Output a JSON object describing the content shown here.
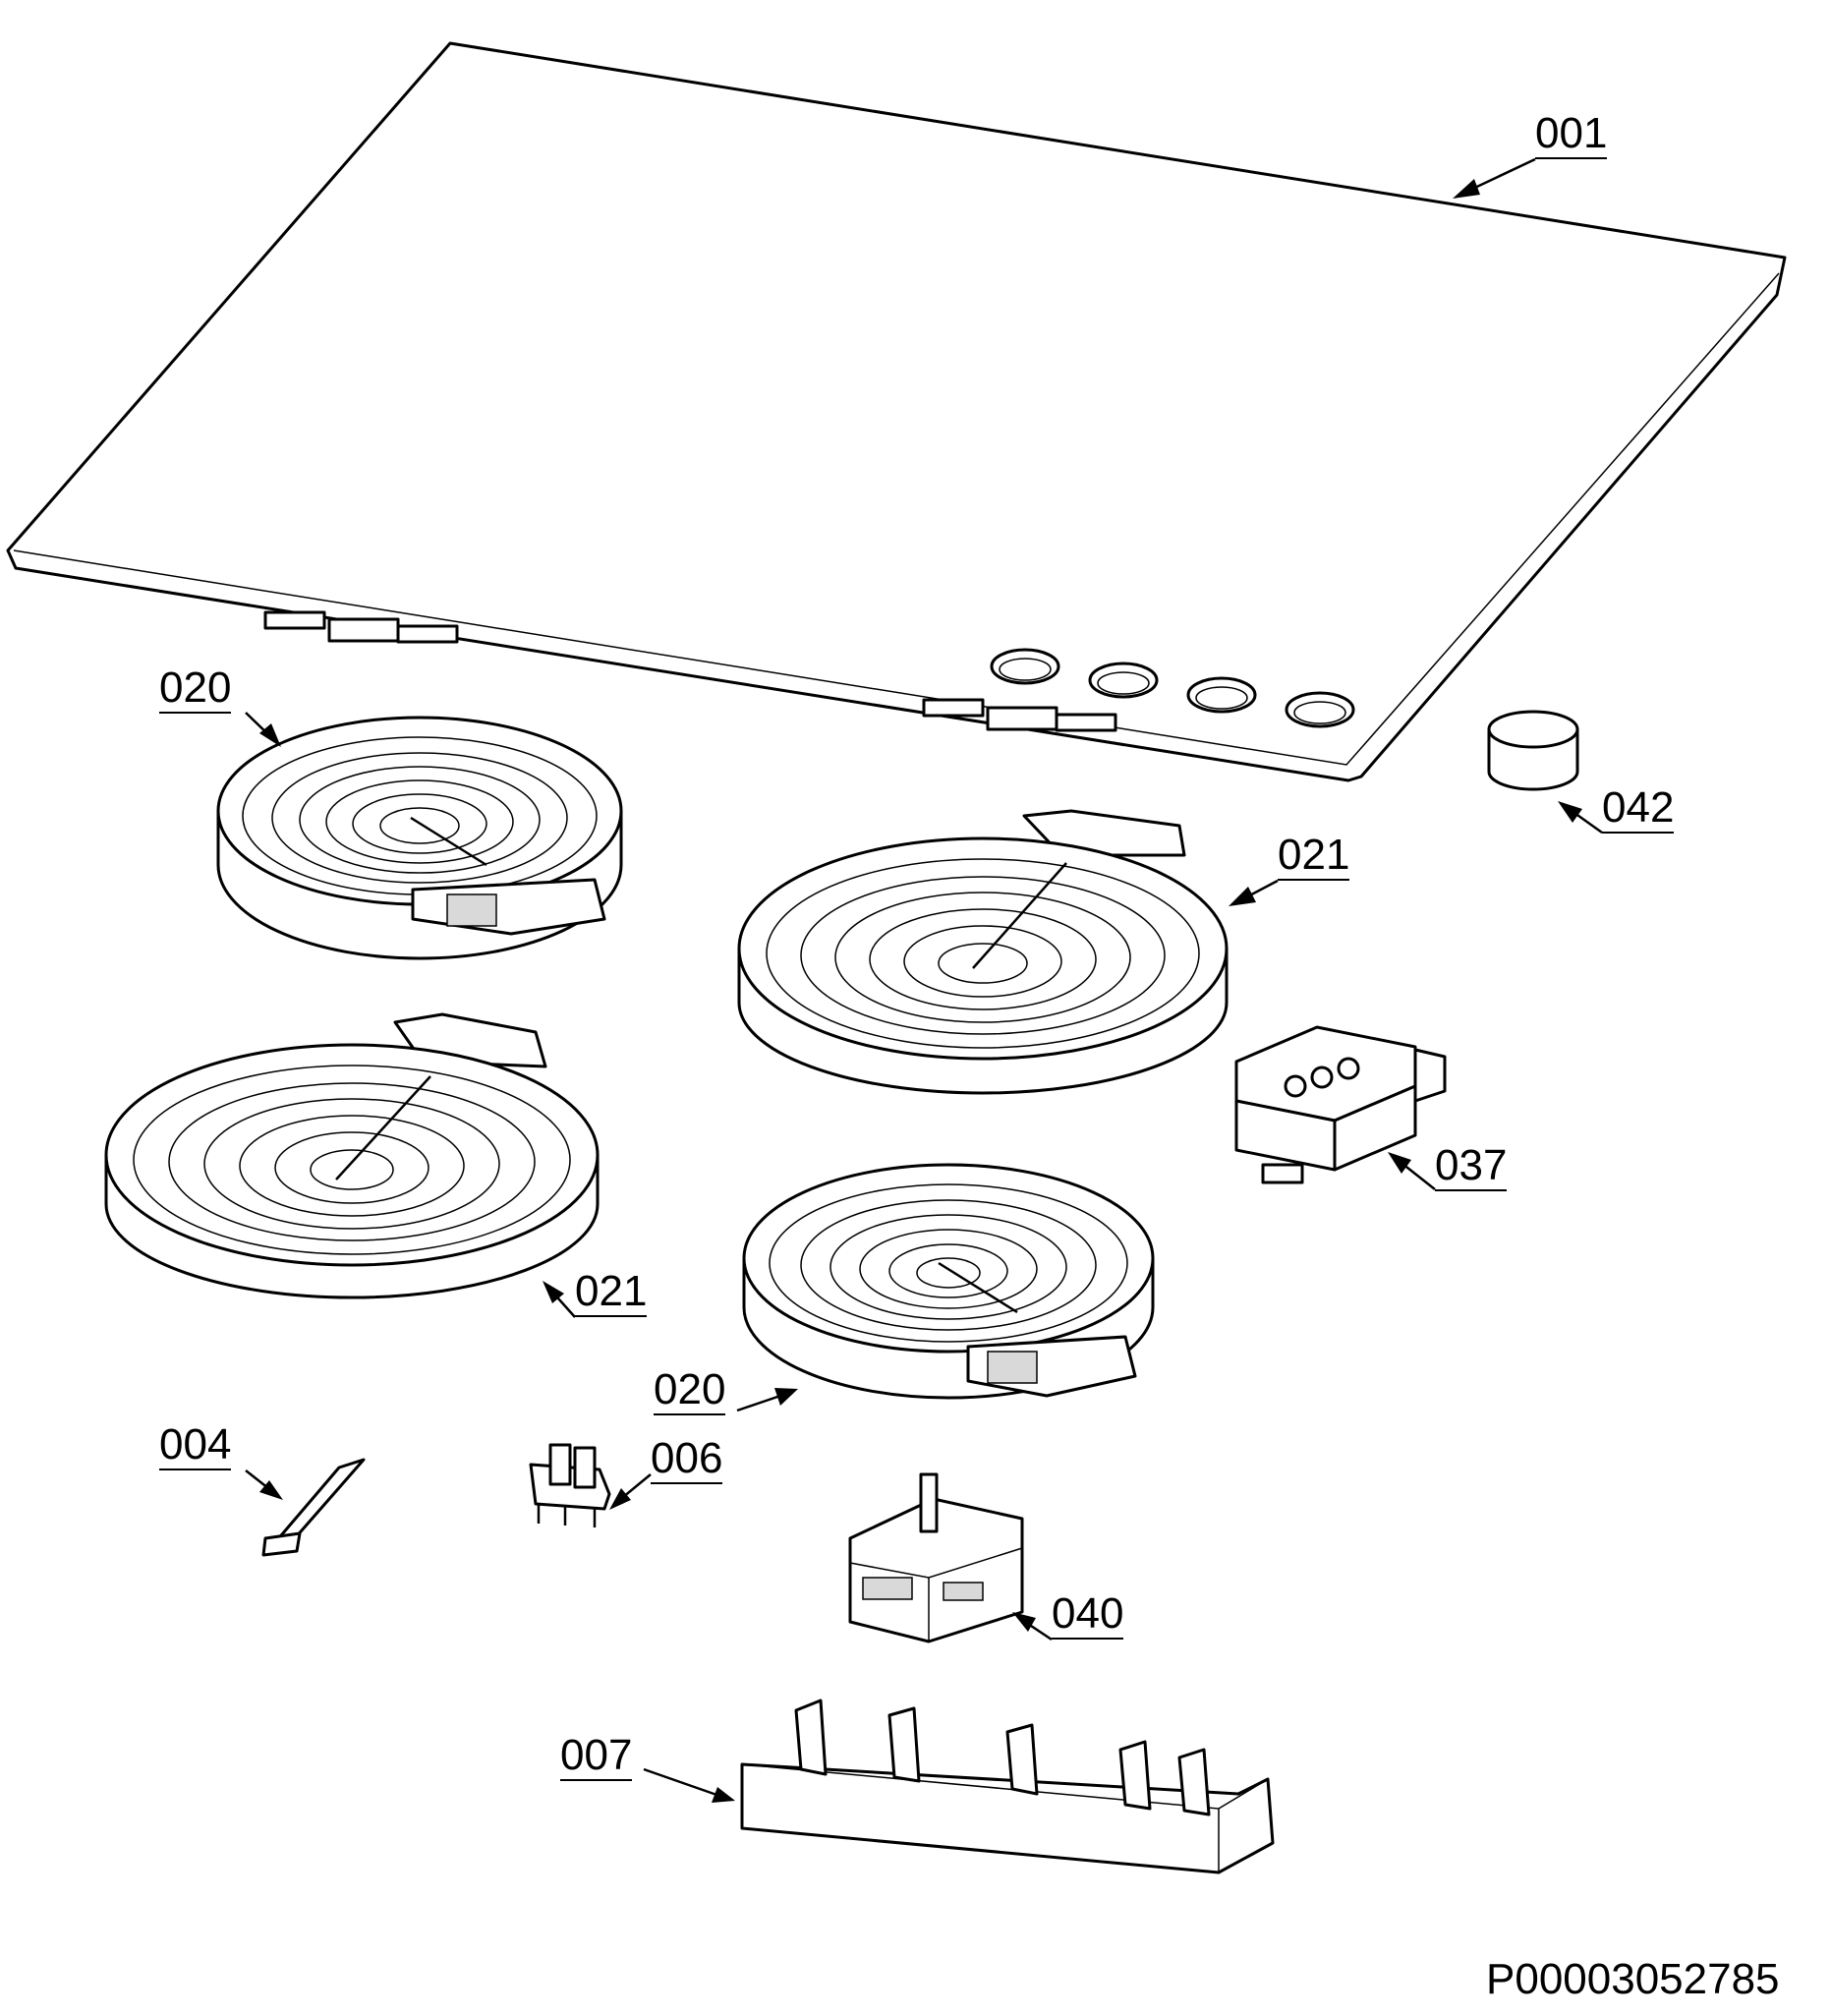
{
  "callouts": {
    "c001": "001",
    "c020_top": "020",
    "c021_right": "021",
    "c042": "042",
    "c021_left": "021",
    "c037": "037",
    "c020_bottom": "020",
    "c004": "004",
    "c006": "006",
    "c040": "040",
    "c007": "007"
  },
  "document_id": "P00003052785"
}
